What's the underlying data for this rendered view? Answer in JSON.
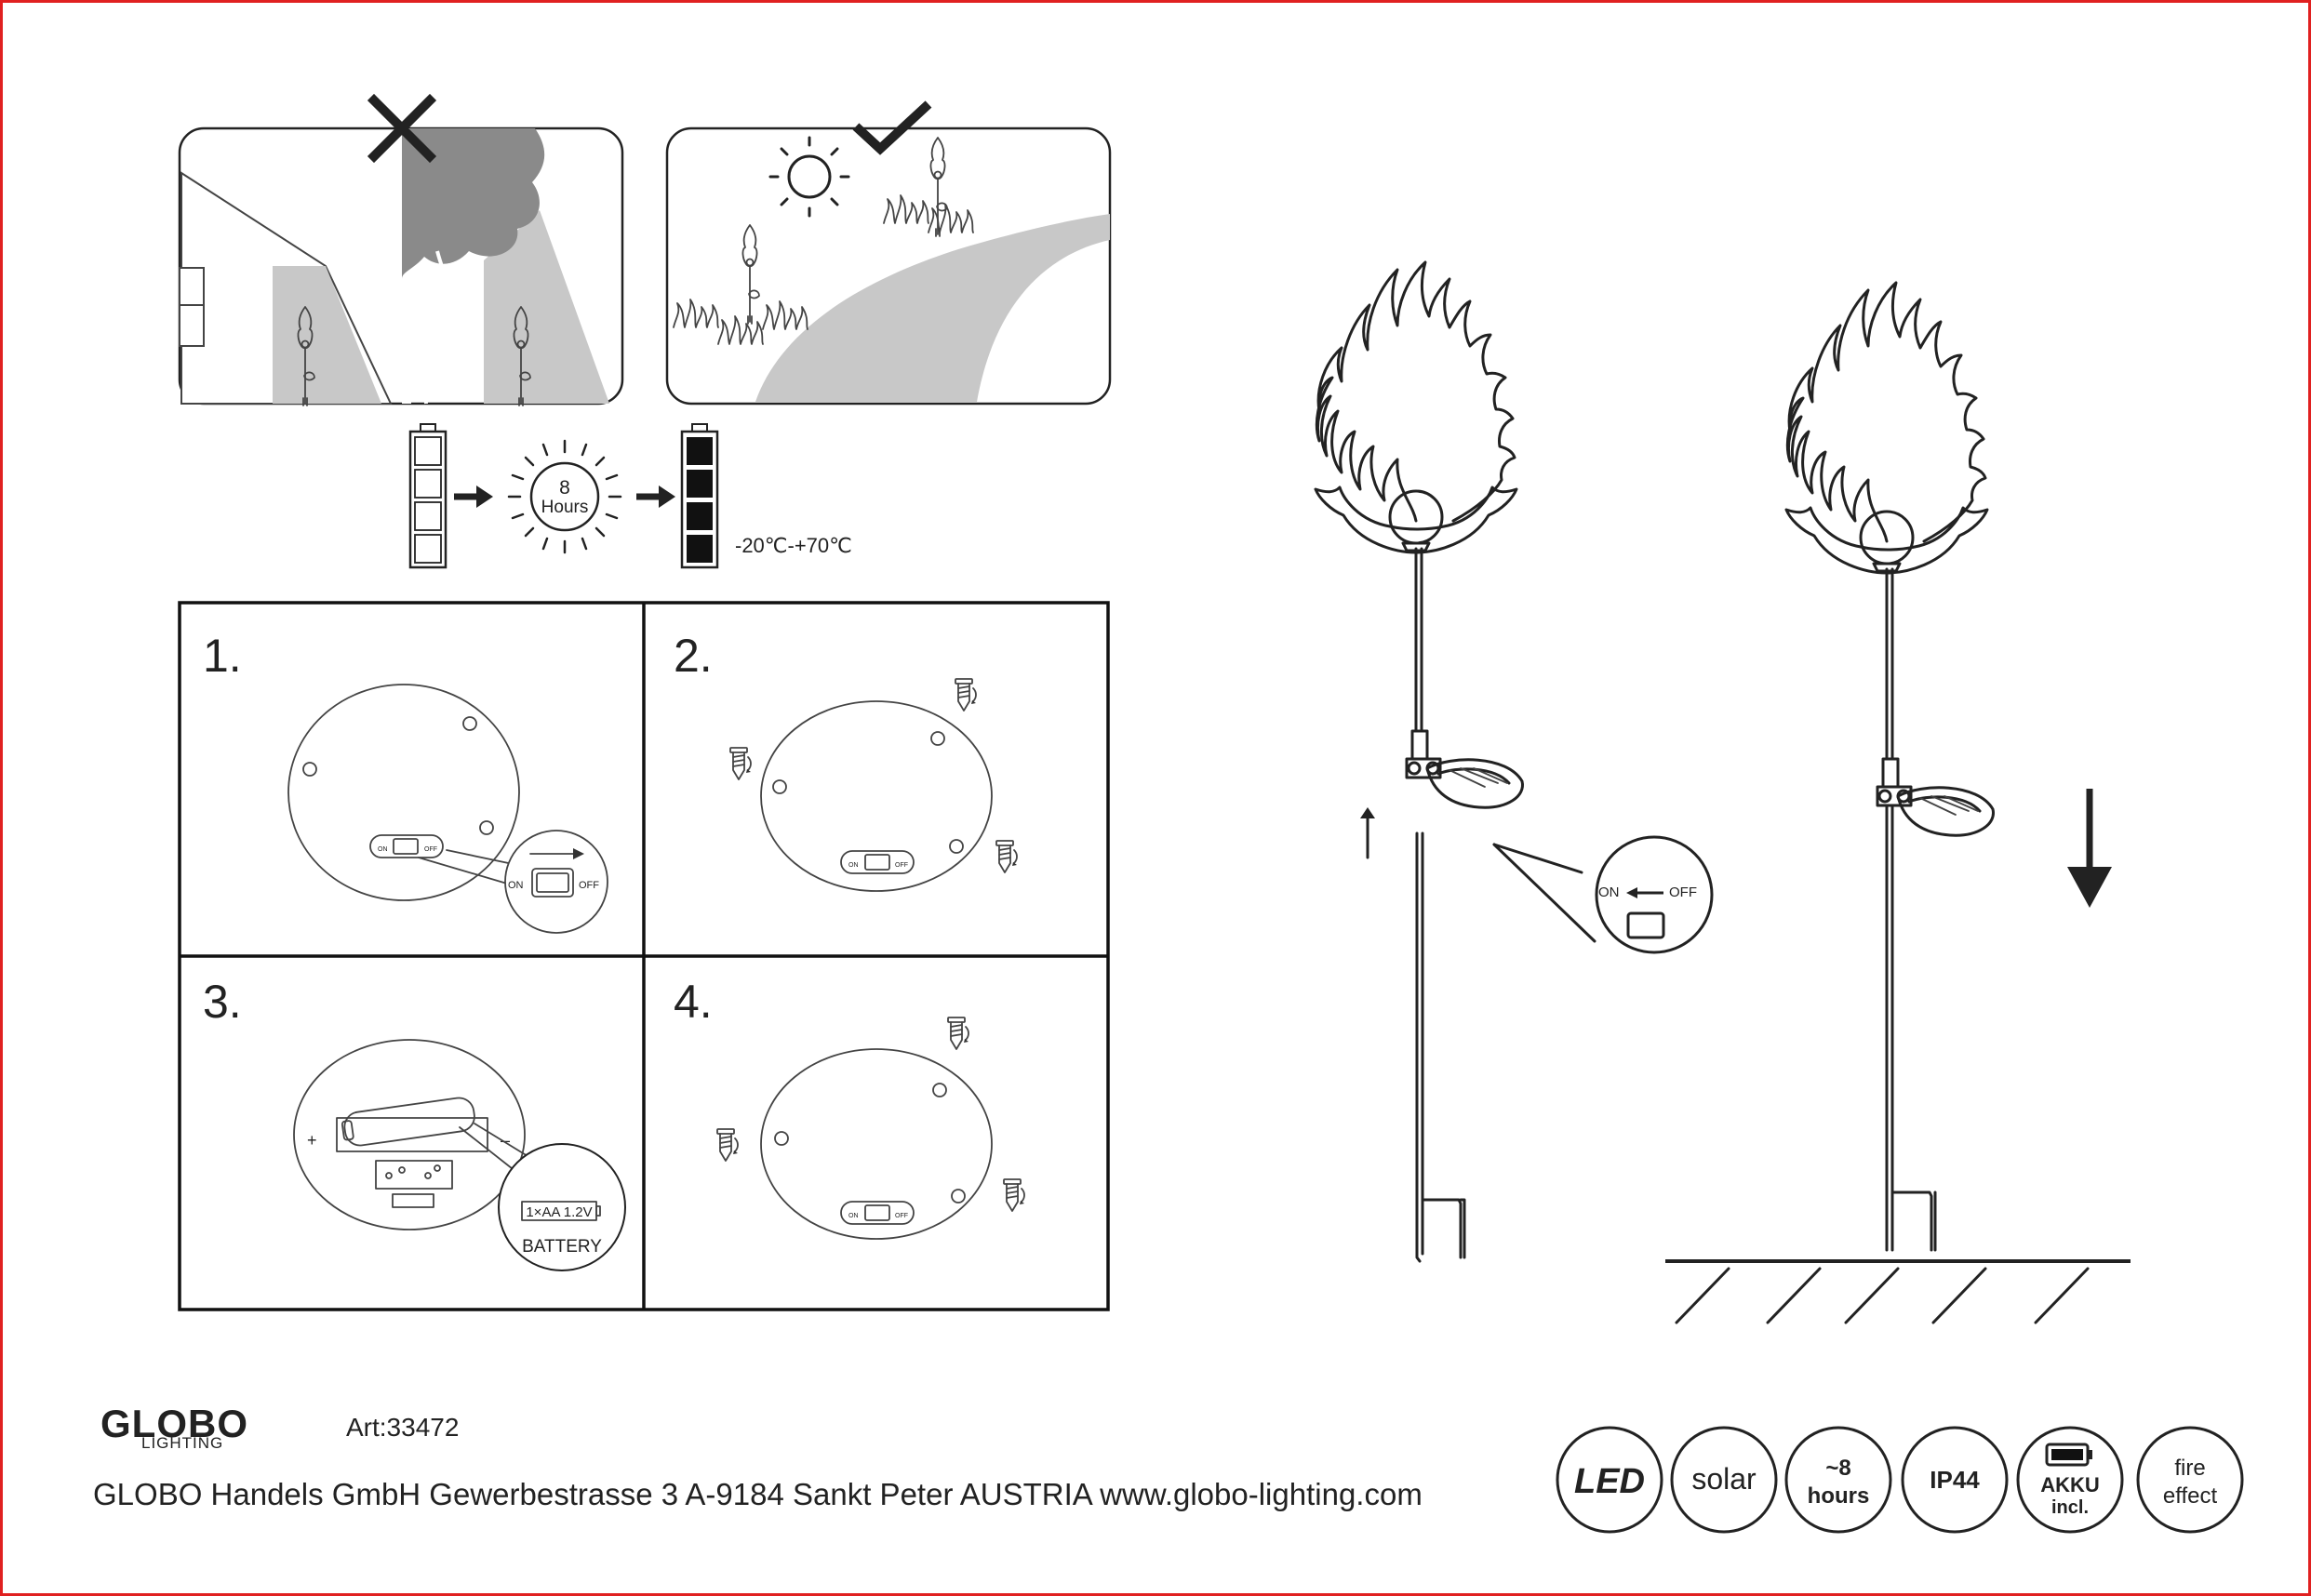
{
  "charge": {
    "sun_hours_value": "8",
    "sun_hours_unit": "Hours",
    "temp_range": "-20℃-+70℃"
  },
  "steps": [
    {
      "number": "1."
    },
    {
      "number": "2."
    },
    {
      "number": "3."
    },
    {
      "number": "4."
    }
  ],
  "switch": {
    "on_label": "ON",
    "off_label": "OFF"
  },
  "battery": {
    "type_label": "1×AA 1.2V",
    "caption": "BATTERY"
  },
  "brand": {
    "logo_main": "GLOBO",
    "logo_sub": "LIGHTING",
    "article": "Art:33472",
    "address": "GLOBO Handels GmbH  Gewerbestrasse 3  A-9184 Sankt Peter AUSTRIA  www.globo-lighting.com"
  },
  "badges": [
    {
      "line1": "LED",
      "line2": ""
    },
    {
      "line1": "solar",
      "line2": ""
    },
    {
      "line1": "~8",
      "line2": "hours"
    },
    {
      "line1": "IP44",
      "line2": ""
    },
    {
      "line1": "AKKU",
      "line2": "incl."
    },
    {
      "line1": "fire",
      "line2": "effect"
    }
  ],
  "icons": {
    "wrong": "cross-icon",
    "right": "checkmark-icon",
    "sun": "sun-icon",
    "arrow": "arrow-right-icon"
  },
  "colors": {
    "frame_border": "#e02020",
    "ink": "#222222",
    "shade_light": "#c8c8c8",
    "shade_dark": "#8a8a8a"
  }
}
